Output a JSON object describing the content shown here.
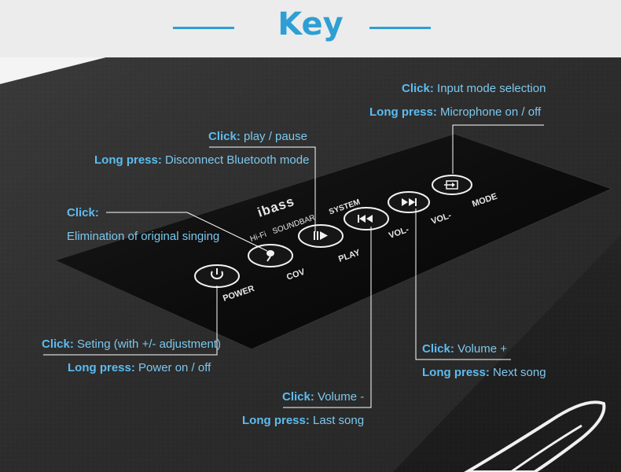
{
  "header": {
    "title": "Key"
  },
  "panel": {
    "brand": "ibass",
    "subtitle_left": "Hi-Fi",
    "subtitle_mid": "SOUNDBAR",
    "subtitle_right": "SYSTEM",
    "buttons": [
      {
        "print": "POWER",
        "icon": "power-icon"
      },
      {
        "print": "COV",
        "icon": "microphone-icon"
      },
      {
        "print": "PLAY",
        "icon": "play-pause-icon"
      },
      {
        "print": "VOL-",
        "icon": "rewind-icon"
      },
      {
        "print": "VOL-",
        "icon": "fast-forward-icon"
      },
      {
        "print": "MODE",
        "icon": "input-mode-icon"
      }
    ]
  },
  "callouts": {
    "mode": {
      "click_key": "Click:",
      "click_text": "Input mode selection",
      "long_key": "Long press:",
      "long_text": "Microphone on / off"
    },
    "play": {
      "click_key": "Click:",
      "click_text": "play / pause",
      "long_key": "Long press:",
      "long_text": "Disconnect Bluetooth mode"
    },
    "cov": {
      "click_key": "Click:",
      "click_text": "Elimination of original singing"
    },
    "power": {
      "click_key": "Click:",
      "click_text": "Seting (with +/- adjustment)",
      "long_key": "Long press:",
      "long_text": "Power on / off"
    },
    "vol_up": {
      "click_key": "Click:",
      "click_text": "Volume +",
      "long_key": "Long press:",
      "long_text": "Next song"
    },
    "vol_down": {
      "click_key": "Click:",
      "click_text": "Volume -",
      "long_key": "Long press:",
      "long_text": "Last song"
    }
  },
  "colors": {
    "accent": "#2e9fd4",
    "label_key": "#5cbcf0",
    "label_text": "#7cc8ee",
    "header_bg": "#ececec"
  }
}
